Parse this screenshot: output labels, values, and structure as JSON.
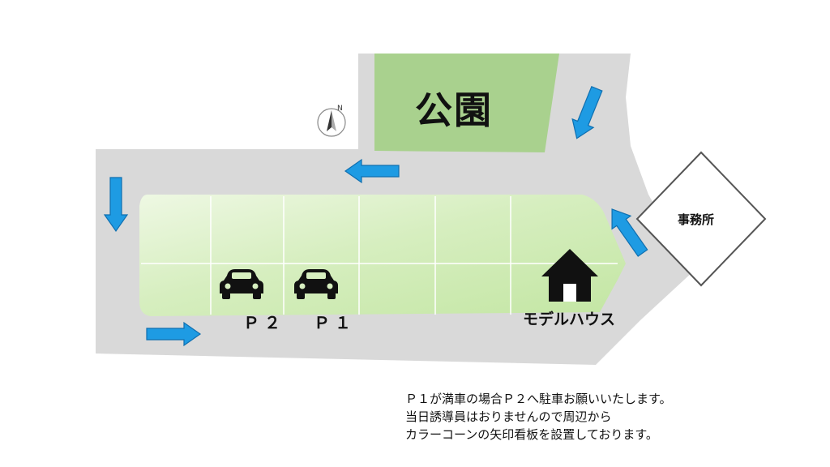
{
  "map": {
    "park_label": "公園",
    "office_label": "事務所",
    "model_house_label": "モデルハウス",
    "compass_letter": "N",
    "parking_spots": [
      {
        "label": "Ｐ２",
        "icon": "car-icon"
      },
      {
        "label": "Ｐ１",
        "icon": "car-icon"
      }
    ],
    "colors": {
      "road": "#d9d9d9",
      "lot": "#d7efc0",
      "park": "#a8d18d",
      "arrow": "#1e9be3",
      "office_border": "#555555"
    }
  },
  "notice": {
    "line1": "Ｐ１が満車の場合Ｐ２へ駐車お願いいたします。",
    "line2": "当日誘導員はおりませんので周辺から",
    "line3": "カラーコーンの矢印看板を設置しております。"
  }
}
